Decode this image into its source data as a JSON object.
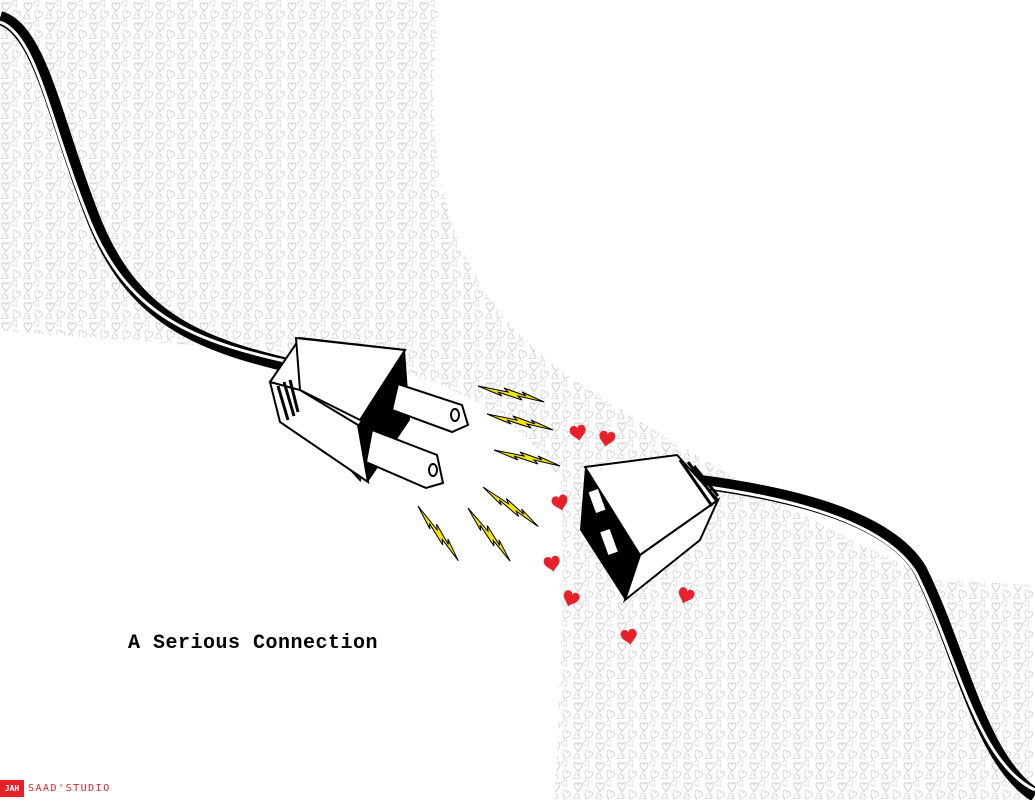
{
  "poster": {
    "title": "A Serious Connection"
  },
  "logo": {
    "mark": "JAH",
    "studio": "SAAD'STUDIO",
    "color": "#e8202a"
  },
  "colors": {
    "bolt": "#f5e600",
    "heart": "#e8202a",
    "texture": "#c8c8c8"
  }
}
